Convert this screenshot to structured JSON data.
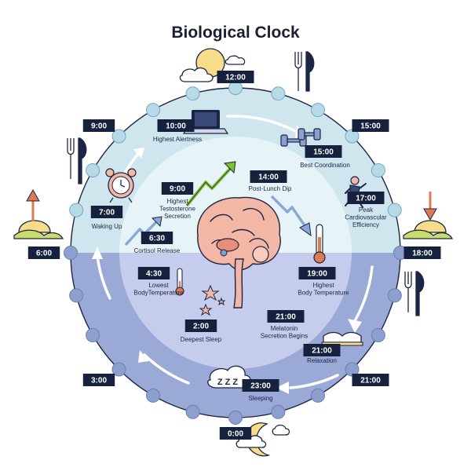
{
  "title": "Biological Clock",
  "outer_hours": [
    "12:00",
    "15:00",
    "18:00",
    "21:00",
    "0:00",
    "3:00",
    "6:00",
    "9:00"
  ],
  "events": [
    {
      "time": "10:00",
      "label": [
        "Highest Alertness"
      ]
    },
    {
      "time": "15:00",
      "label": [
        "Best Coordination"
      ]
    },
    {
      "time": "17:00",
      "label": [
        "Peak",
        "Cardiovascular",
        "Efficiency"
      ]
    },
    {
      "time": "19:00",
      "label": [
        "Highest",
        "Body Temperature"
      ]
    },
    {
      "time": "21:00",
      "label": [
        "Melatonin",
        "Secretion Begins"
      ]
    },
    {
      "time": "21:00",
      "label": [
        "Relaxation"
      ]
    },
    {
      "time": "23:00",
      "label": [
        "Sleeping"
      ]
    },
    {
      "time": "2:00",
      "label": [
        "Deepest Sleep"
      ]
    },
    {
      "time": "4:30",
      "label": [
        "Lowest",
        "BodyTemperature"
      ]
    },
    {
      "time": "6:30",
      "label": [
        "Cortisol Release"
      ]
    },
    {
      "time": "7:00",
      "label": [
        "Waking Up"
      ]
    },
    {
      "time": "9:00",
      "label": [
        "Highest",
        "Testosterone",
        "Secretion"
      ]
    },
    {
      "time": "14:00",
      "label": [
        "Post-Lunch Dip"
      ]
    }
  ],
  "sleep_symbol": "Z Z Z",
  "colors": {
    "day_outer": "#cfe6ee",
    "day_inner": "#e6f3f7",
    "night_outer": "#9aa9d6",
    "night_inner": "#c6cdec",
    "time_box": "#16213e",
    "arrow_green": "#7cc02f",
    "sun": "#f7dc8a",
    "brain": "#f3b7a5"
  },
  "icons": [
    "sun-cloud-icon",
    "fork-knife-icon",
    "laptop-icon",
    "dumbbell-icon",
    "alarm-clock-icon",
    "runner-icon",
    "thermometer-icon",
    "book-icon",
    "moon-cloud-icon",
    "sunrise-icon",
    "sunset-icon",
    "brain-icon",
    "stars-icon",
    "sleep-zzz-icon"
  ]
}
